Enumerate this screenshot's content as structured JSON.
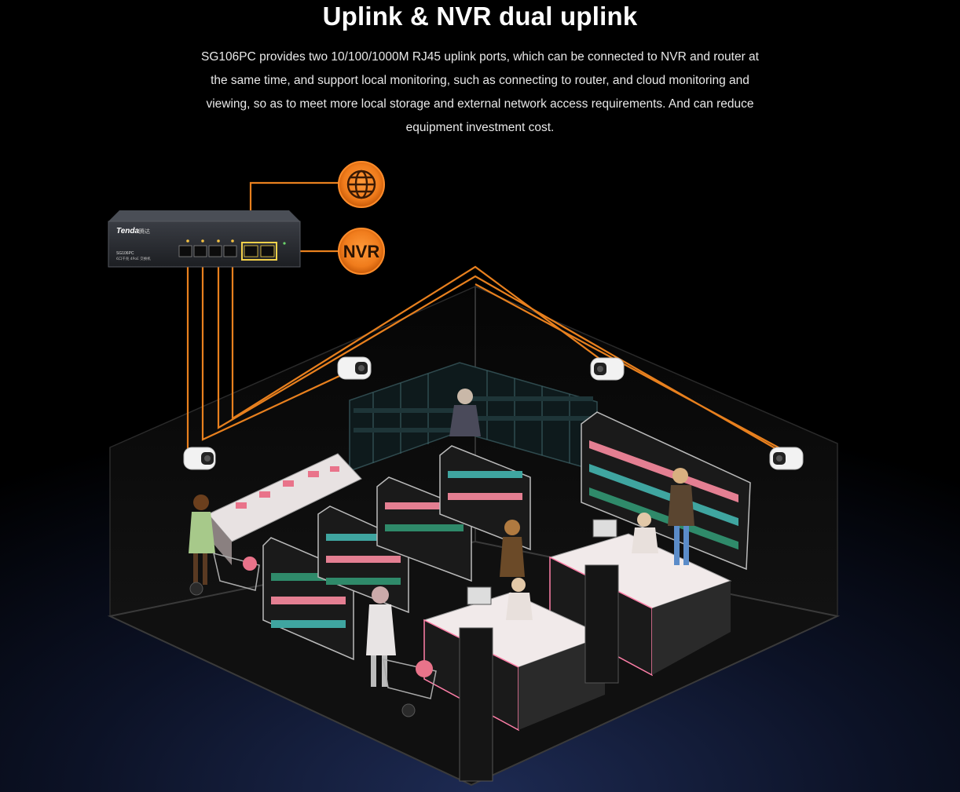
{
  "header": {
    "title": "Uplink & NVR dual uplink",
    "description": "SG106PC provides two 10/100/1000M RJ45 uplink ports, which can be connected to NVR and router at the same time, and support local monitoring, such as connecting to router, and cloud monitoring and viewing, so as to meet more local storage and external network access requirements. And can reduce equipment investment cost."
  },
  "switch": {
    "brand": "Tenda",
    "brand_cn": "腾达",
    "model": "SG106PC",
    "model_desc": "6口千兆 4PoE 交换机"
  },
  "nodes": {
    "internet_icon": "globe-icon",
    "nvr_label": "NVR"
  },
  "colors": {
    "accent_orange": "#f07c1c",
    "line_orange": "#e8801e",
    "background": "#000000",
    "floor": "#101010"
  }
}
